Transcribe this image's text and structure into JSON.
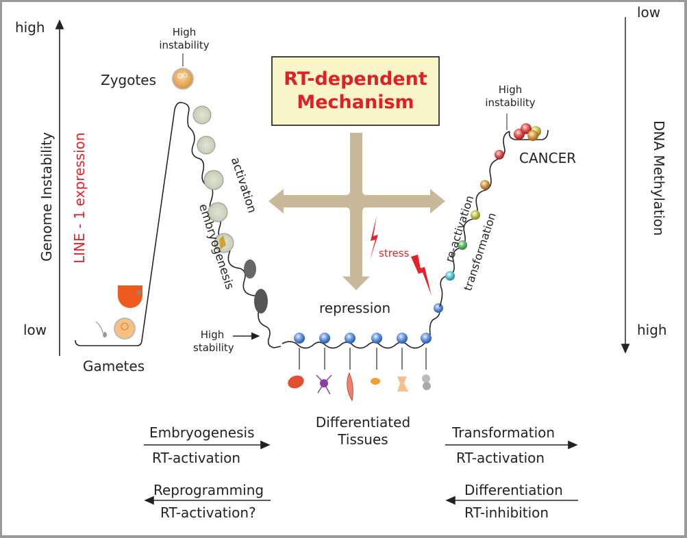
{
  "title": {
    "line1": "RT-dependent",
    "line2": "Mechanism"
  },
  "left_axis": {
    "high": "high",
    "low": "low",
    "label_black": "Genome Instability",
    "label_red": "LINE - 1 expression"
  },
  "right_axis": {
    "low": "low",
    "high": "high",
    "label": "DNA Methylation"
  },
  "stages": {
    "zygotes": "Zygotes",
    "zygote_note_line1": "High",
    "zygote_note_line2": "instability",
    "gametes": "Gametes",
    "stability_line1": "High",
    "stability_line2": "stability",
    "activation": "activation",
    "embryogenesis": "embryogenesis",
    "repression": "repression",
    "stress": "stress",
    "reactivation": "re-activation",
    "transformation": "transformation",
    "cancer": "CANCER",
    "cancer_note_line1": "High",
    "cancer_note_line2": "instability",
    "differentiated_line1": "Differentiated",
    "differentiated_line2": "Tissues"
  },
  "legend": {
    "left": [
      {
        "above": "Embryogenesis",
        "below": "RT-activation",
        "direction": "right"
      },
      {
        "above": "Reprogramming",
        "below": "RT-activation?",
        "direction": "left"
      }
    ],
    "right": [
      {
        "above": "Transformation",
        "below": "RT-activation",
        "direction": "right"
      },
      {
        "above": "Differentiation",
        "below": "RT-inhibition",
        "direction": "left"
      }
    ]
  },
  "colors": {
    "accent_red": "#e8202a",
    "arrow_tan": "#c9b99a",
    "box_fill": "#f8f6c8",
    "nucleosome_blue": "#4a7fd0"
  }
}
